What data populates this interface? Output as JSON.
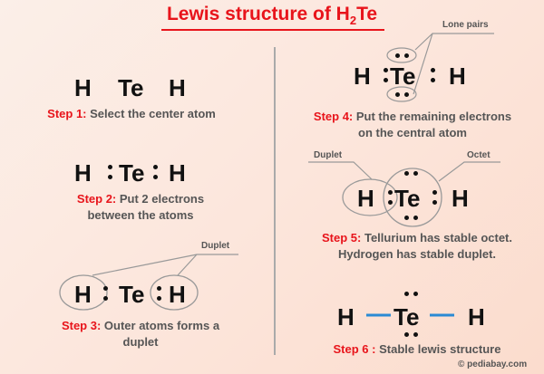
{
  "title": {
    "text": "Lewis structure of H",
    "sub": "2",
    "suffix": "Te"
  },
  "atoms": {
    "h": "H",
    "te": "Te"
  },
  "labels": {
    "duplet": "Duplet",
    "octet": "Octet",
    "lone_pairs": "Lone pairs"
  },
  "steps": [
    {
      "label": "Step 1:",
      "text": "Select the center atom"
    },
    {
      "label": "Step 2:",
      "text": "Put 2 electrons",
      "text2": "between the atoms"
    },
    {
      "label": "Step 3:",
      "text": "Outer atoms forms a",
      "text2": "duplet"
    },
    {
      "label": "Step 4:",
      "text": "Put the remaining electrons",
      "text2": "on the central atom"
    },
    {
      "label": "Step 5:",
      "text": "Tellurium has stable octet.",
      "text2": "Hydrogen has stable duplet."
    },
    {
      "label": "Step 6 :",
      "text": "Stable lewis structure"
    }
  ],
  "copyright": "© pediabay.com",
  "colors": {
    "accent": "#e8141b",
    "bond": "#2a8ad4",
    "text": "#555555"
  }
}
